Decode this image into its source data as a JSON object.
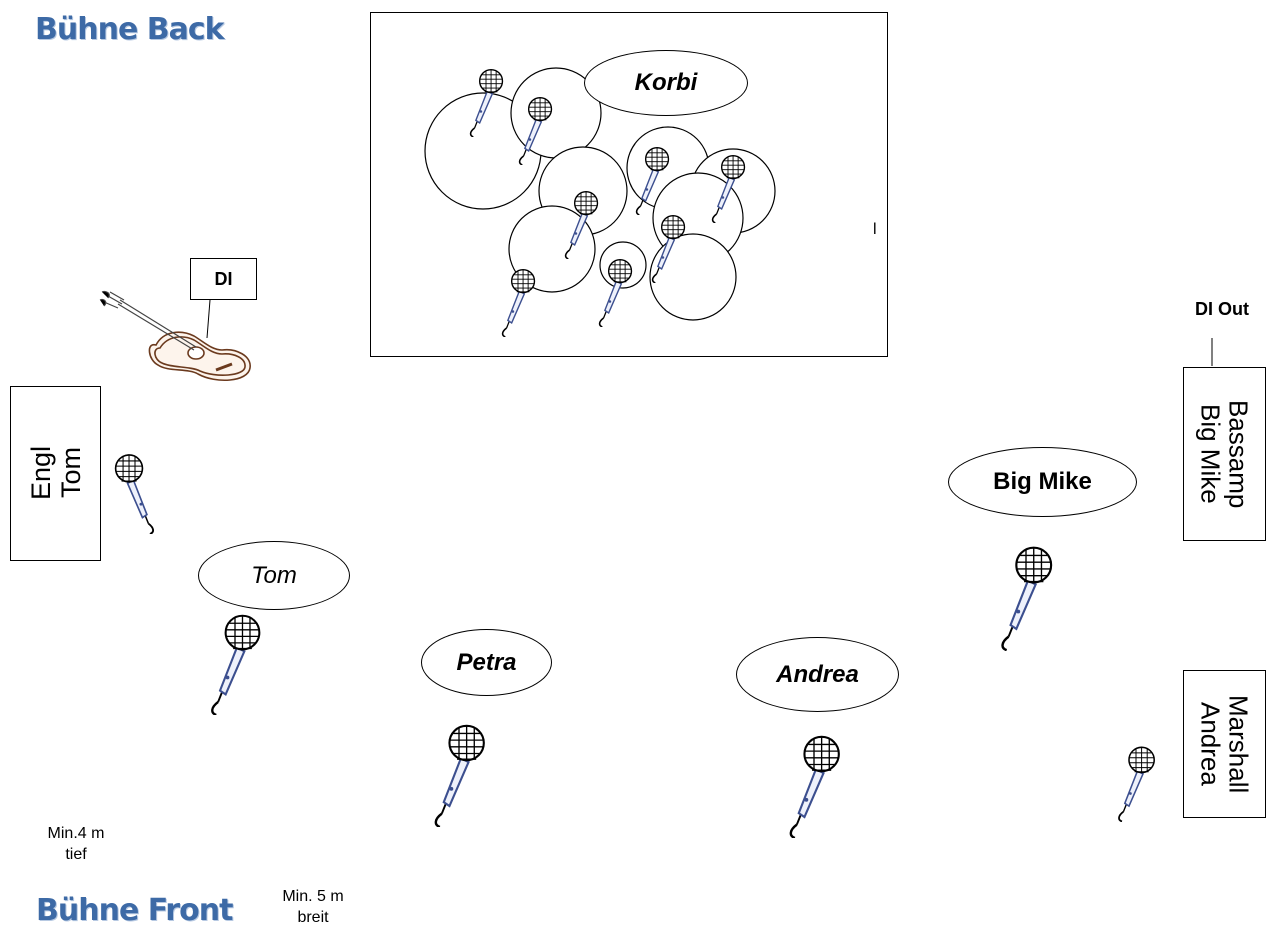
{
  "labels": {
    "back": "Bühne Back",
    "front": "Bühne Front",
    "depth_line1": "Min.4 m",
    "depth_line2": "tief",
    "width_line1": "Min. 5 m",
    "width_line2": "breit"
  },
  "drum_riser": {
    "drummer": "Korbi",
    "marker": "l"
  },
  "guitar": {
    "di_label": "DI"
  },
  "amps": {
    "left_line1": "Engl",
    "left_line2": "Tom",
    "right_top_line1": "Bassamp",
    "right_top_line2": "Big Mike",
    "right_top_out": "DI Out",
    "right_bottom_line1": "Marshall",
    "right_bottom_line2": "Andrea"
  },
  "performers": [
    {
      "name": "Tom"
    },
    {
      "name": "Petra"
    },
    {
      "name": "Andrea"
    },
    {
      "name": "Big Mike"
    }
  ],
  "icons": {
    "microphone": "microphone-icon",
    "guitar": "acoustic-guitar-icon",
    "drum": "drum-icon"
  },
  "colors": {
    "stage_label": "#3d6aa6",
    "mic_body": "#3c4f8f"
  }
}
